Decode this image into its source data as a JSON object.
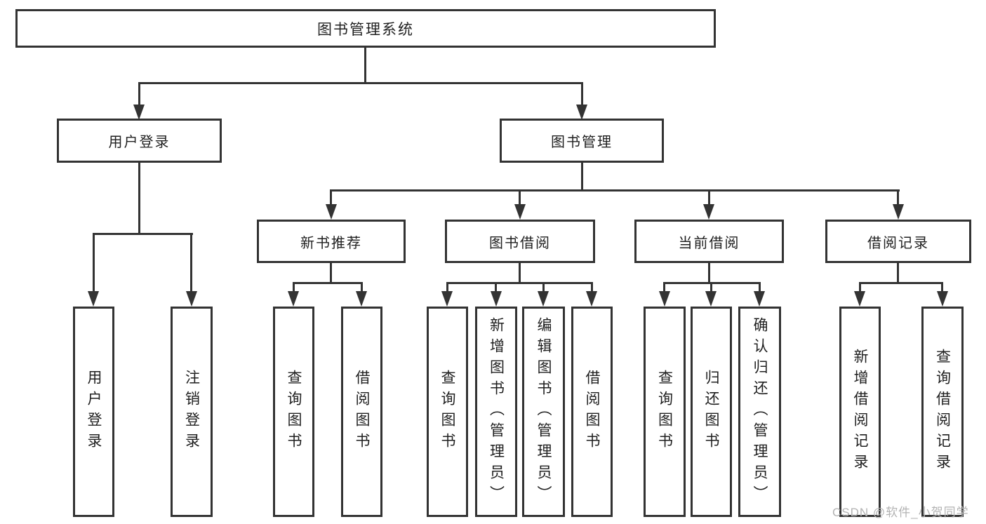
{
  "tree": {
    "root": {
      "label": "图书管理系统"
    },
    "branches": [
      {
        "label": "用户登录",
        "children": [
          "用户登录",
          "注销登录"
        ]
      },
      {
        "label": "图书管理",
        "groups": [
          {
            "label": "新书推荐",
            "children": [
              "查询图书",
              "借阅图书"
            ]
          },
          {
            "label": "图书借阅",
            "children": [
              "查询图书",
              "新增图书（管理员）",
              "编辑图书（管理员）",
              "借阅图书"
            ]
          },
          {
            "label": "当前借阅",
            "children": [
              "查询图书",
              "归还图书",
              "确认归还（管理员）"
            ]
          },
          {
            "label": "借阅记录",
            "children": [
              "新增借阅记录",
              "查询借阅记录"
            ]
          }
        ]
      }
    ]
  },
  "watermark": "CSDN @软件_小贺同学",
  "colors": {
    "line": "#333333",
    "text": "#1f1f1f",
    "watermark": "#b3b3b3",
    "background": "#ffffff"
  }
}
